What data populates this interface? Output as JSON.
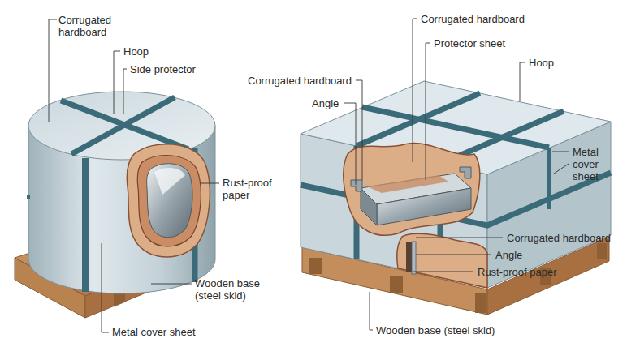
{
  "diagram": {
    "labels": [
      "Corrugated hardboard",
      "Hoop",
      "Side protector",
      "Rust-proof paper",
      "Wooden base (steel skid)",
      "Metal cover sheet",
      "Corrugated hardboard",
      "Protector sheet",
      "Hoop",
      "Corrugated hardboard",
      "Angle",
      "Metal cover sheet",
      "Corrugated hardboard",
      "Angle",
      "Rust-proof paper",
      "Wooden base (steel skid)"
    ]
  }
}
